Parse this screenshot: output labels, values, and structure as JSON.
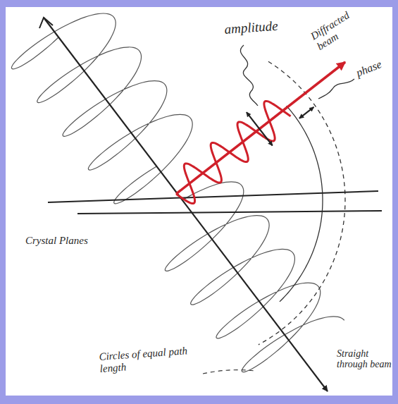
{
  "diagram": {
    "labels": [
      "amplitude",
      "Diffracted beam",
      "phase",
      "Crystal Planes",
      "Circles of equal path length",
      "Straight through beam"
    ]
  }
}
